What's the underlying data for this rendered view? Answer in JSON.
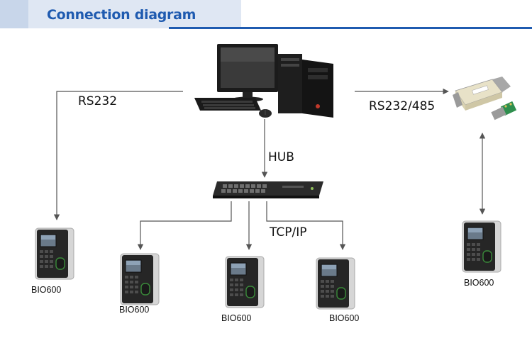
{
  "header": {
    "title": "Connection diagram"
  },
  "links": {
    "rs232": "RS232",
    "rs232_485": "RS232/485",
    "hub": "HUB",
    "tcpip": "TCP/IP"
  },
  "devices": [
    {
      "label": "BIO600"
    },
    {
      "label": "BIO600"
    },
    {
      "label": "BIO600"
    },
    {
      "label": "BIO600"
    },
    {
      "label": "BIO600"
    }
  ],
  "colors": {
    "accent": "#1f5bb0",
    "line": "#555555",
    "terminal_body": "#2a2a2a",
    "terminal_frame": "#dcdcdc"
  },
  "icons": [
    "desktop-computer-icon",
    "network-switch-icon",
    "serial-converter-icon",
    "biometric-terminal-icon"
  ]
}
